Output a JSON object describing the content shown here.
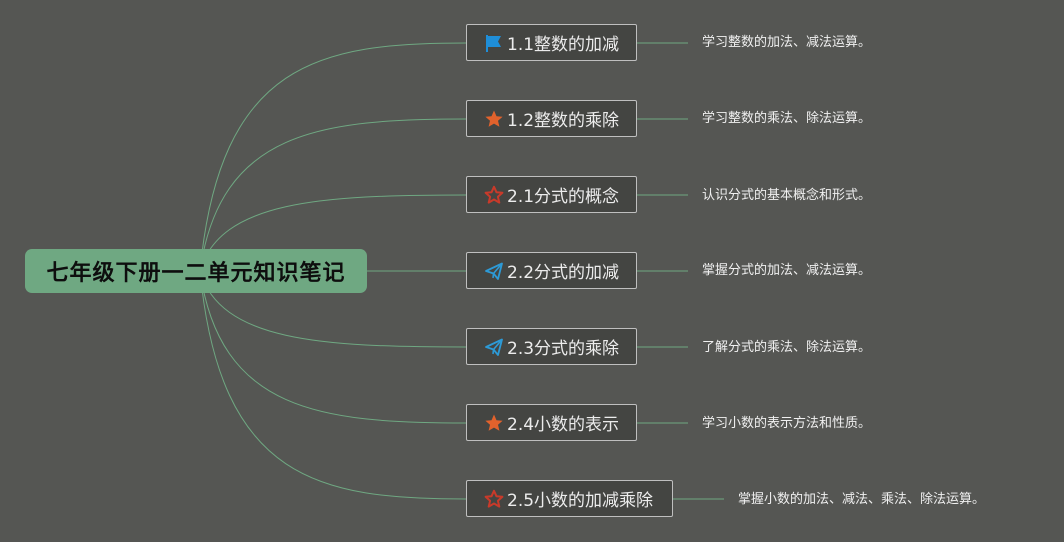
{
  "root": {
    "title": "七年级下册一二单元知识笔记"
  },
  "colors": {
    "background": "#555653",
    "root_fill": "#6fa882",
    "link": "#6fa882",
    "topic_border": "#bfbfbf",
    "flag_blue": "#1f8ed8",
    "star_orange": "#e2622c",
    "star_outline_red": "#c93a2a",
    "plane_blue": "#2d9ad6"
  },
  "topics": [
    {
      "label": "1.1整数的加减",
      "icon": "blue-flag-icon",
      "note": "学习整数的加法、减法运算。"
    },
    {
      "label": "1.2整数的乘除",
      "icon": "orange-star-icon",
      "note": "学习整数的乘法、除法运算。"
    },
    {
      "label": "2.1分式的概念",
      "icon": "red-star-outline-icon",
      "note": "认识分式的基本概念和形式。"
    },
    {
      "label": "2.2分式的加减",
      "icon": "paper-plane-icon",
      "note": "掌握分式的加法、减法运算。"
    },
    {
      "label": "2.3分式的乘除",
      "icon": "paper-plane-icon",
      "note": "了解分式的乘法、除法运算。"
    },
    {
      "label": "2.4小数的表示",
      "icon": "orange-star-icon",
      "note": "学习小数的表示方法和性质。"
    },
    {
      "label": "2.5小数的加减乘除",
      "icon": "red-star-outline-icon",
      "note": "掌握小数的加法、减法、乘法、除法运算。"
    }
  ]
}
